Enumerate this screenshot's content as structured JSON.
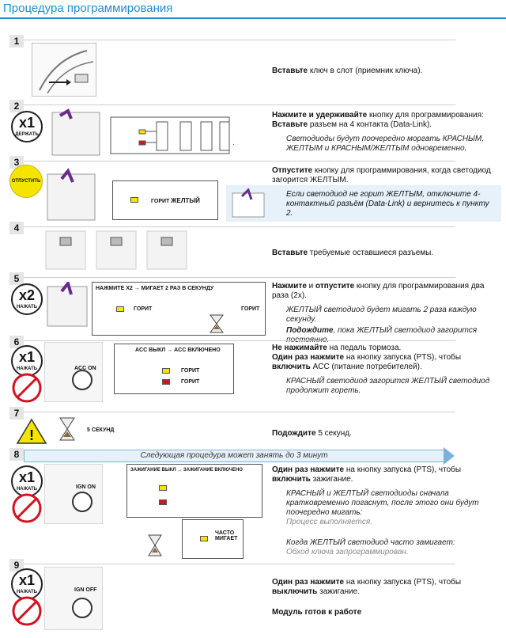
{
  "title": "Процедура программирования",
  "steps": [
    {
      "num": "1",
      "text_bold": "Вставьте",
      "text_rest": " ключ в слот (приемник ключа)."
    },
    {
      "num": "2",
      "badge_count": "x1",
      "badge_label": "ДЕРЖАТЬ",
      "line1_bold": "Нажмите и удерживайте",
      "line1_rest": " кнопку для программирования:",
      "line2_bold": "Вставьте",
      "line2_rest": " разъем на 4 контакта (Data-Link).",
      "note": "Светодиоды будут поочередно моргать КРАСНЫМ, ЖЕЛТЫМ и КРАСНЫМ/ЖЕЛТЫМ одновременно."
    },
    {
      "num": "3",
      "badge_label": "ОТПУСТИТЬ",
      "diagram_label": "ГОРИТ",
      "diagram_color": "ЖЕЛТЫЙ",
      "line1_bold": "Отпустите",
      "line1_rest": " кнопку для программирования, когда светодиод загорится ЖЕЛТЫМ.",
      "note": "Если светодиод не горит ЖЕЛТЫМ, отключите 4-контактный разъём (Data-Link) и вернитесь к пункту 2."
    },
    {
      "num": "4",
      "text_bold": "Вставьте",
      "text_rest": " требуемые оставшиеся разъемы."
    },
    {
      "num": "5",
      "badge_count": "x2",
      "badge_label": "НАЖАТЬ",
      "diagram_header": "НАЖМИТЕ Х2 → МИГАЕТ 2 РАЗ В СЕКУНДУ",
      "diagram_left": "ГОРИТ",
      "diagram_right": "ГОРИТ",
      "line1_bold": "Нажмите",
      "line1_mid": " и ",
      "line1_bold2": "отпустите",
      "line1_rest": " кнопку для программирования два раза (2х).",
      "note1": "ЖЕЛТЫЙ светодиод будет мигать 2 раза каждую секунду.",
      "note2_bold": "Подождите",
      "note2_rest": ", пока ЖЕЛТЫЙ светодиод загорится постоянно."
    },
    {
      "num": "6",
      "badge_count": "x1",
      "badge_label": "НАЖАТЬ",
      "key_label": "ACC ON",
      "diagram_header": "ACC ВЫКЛ → ACC ВКЛЮЧЕНО",
      "diagram_l1": "ГОРИТ",
      "diagram_l2": "ГОРИТ",
      "line1_bold": "Не нажимайте",
      "line1_rest": " на педаль тормоза.",
      "line2_bold": "Один раз нажмите",
      "line2_rest": " на кнопку запуска (PTS), чтобы ",
      "line2_bold2": "включить",
      "line2_rest2": " ACC (питание потребителей).",
      "note": "КРАСНЫЙ светодиод загорится ЖЕЛТЫЙ светодиод продолжит гореть."
    },
    {
      "num": "7",
      "wait_label": "5 СЕКУНД",
      "text_bold": "Подождите",
      "text_rest": " 5 секунд."
    },
    {
      "num": "8",
      "banner": "Следующая процедура может занять до 3 минут",
      "badge_count": "x1",
      "badge_label": "НАЖАТЬ",
      "key_label": "IGN ON",
      "diagram_header": "ЗАЖИГАНИЕ ВЫКЛ → ЗАЖИГАНИЕ ВКЛЮЧЕНО",
      "flash_label": "ЧАСТО МИГАЕТ",
      "line1_bold": "Один раз нажмите",
      "line1_rest": " на кнопку запуска (PTS), чтобы ",
      "line1_bold2": "включить",
      "line1_rest2": " зажигание.",
      "note1": "КРАСНЫЙ и ЖЕЛТЫЙ светодиоды сначала кратковременно погаснут, после этого они будут поочередно мигать:",
      "note1_grey": "Процесс выполняется.",
      "note2": "Когда ЖЕЛТЫЙ светодиод часто замигает:",
      "note2_grey": "Обход ключа запрограммирован."
    },
    {
      "num": "9",
      "badge_count": "x1",
      "badge_label": "НАЖАТЬ",
      "key_label": "IGN OFF",
      "line1_bold": "Один раз нажмите",
      "line1_rest": " на кнопку запуска (PTS), чтобы ",
      "line1_bold2": "выключить",
      "line1_rest2": " зажигание.",
      "final": "Модуль готов к работе"
    }
  ],
  "colors": {
    "accent": "#1b8fd3",
    "yellow": "#f5e400",
    "red": "#d4121e",
    "purple": "#6a2a8c"
  }
}
